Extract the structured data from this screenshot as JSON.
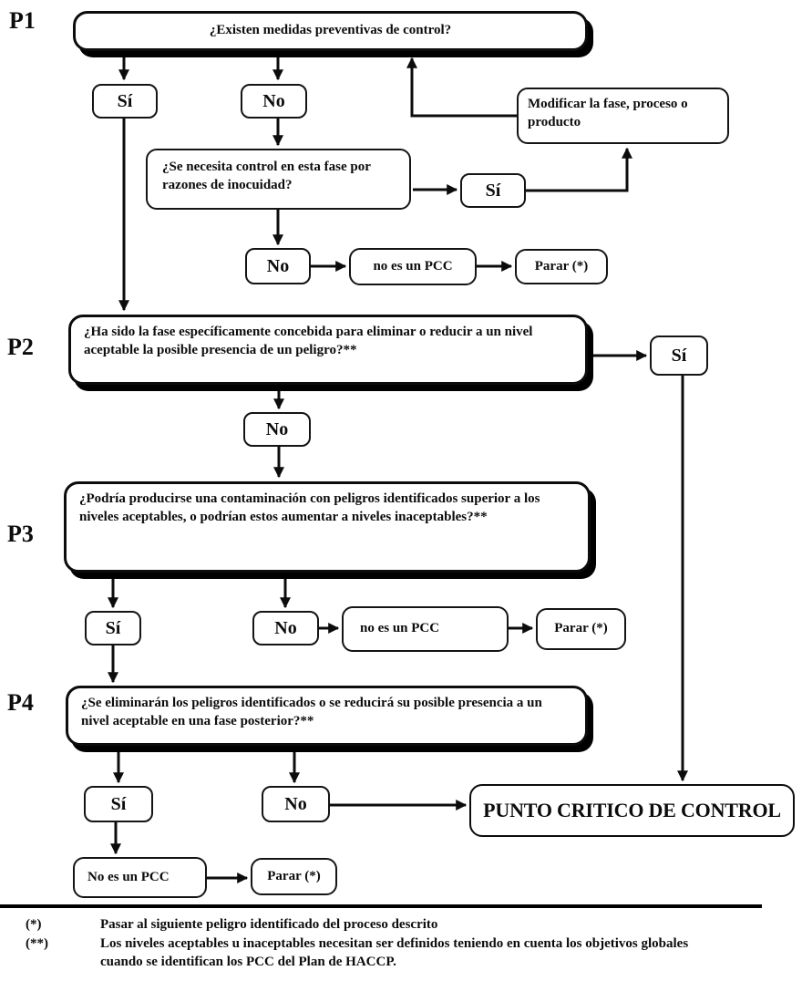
{
  "diagram": {
    "type": "flowchart",
    "labels": {
      "p1": "P1",
      "p2": "P2",
      "p3": "P3",
      "p4": "P4"
    },
    "nodes": {
      "q1": "¿Existen medidas preventivas de control?",
      "si1": "Sí",
      "no1": "No",
      "modify": "Modificar la fase, proceso o producto",
      "q1b": "¿Se necesita control en esta fase por razones de inocuidad?",
      "si2": "Sí",
      "no2": "No",
      "not_pcc_1": "no es un PCC",
      "stop_1": "Parar (*)",
      "q2": "¿Ha sido la fase específicamente concebida para eliminar o reducir a un nivel aceptable la posible presencia de un peligro?**",
      "si3": "Sí",
      "no3": "No",
      "q3": "¿Podría producirse una contaminación con peligros identificados superior a los niveles aceptables, o podrían estos aumentar a niveles inaceptables?**",
      "si4": "Sí",
      "no4": "No",
      "not_pcc_2": "no es un PCC",
      "stop_2": "Parar (*)",
      "q4": "¿Se eliminarán los peligros identificados o se reducirá su posible presencia a un nivel aceptable en una fase posterior?**",
      "si5": "Sí",
      "no5": "No",
      "pcc": "PUNTO CRITICO DE CONTROL",
      "not_pcc_3": "No es un PCC",
      "stop_3": "Parar (*)"
    },
    "footnotes": [
      {
        "symbol": "(*)",
        "text": "Pasar al siguiente peligro identificado del proceso descrito"
      },
      {
        "symbol": "(**)",
        "text": "Los niveles aceptables u inaceptables necesitan ser definidos teniendo en cuenta los objetivos globales cuando se identifican los PCC del Plan de HACCP."
      }
    ],
    "colors": {
      "ink": "#0c0c0c",
      "background": "#ffffff"
    }
  }
}
